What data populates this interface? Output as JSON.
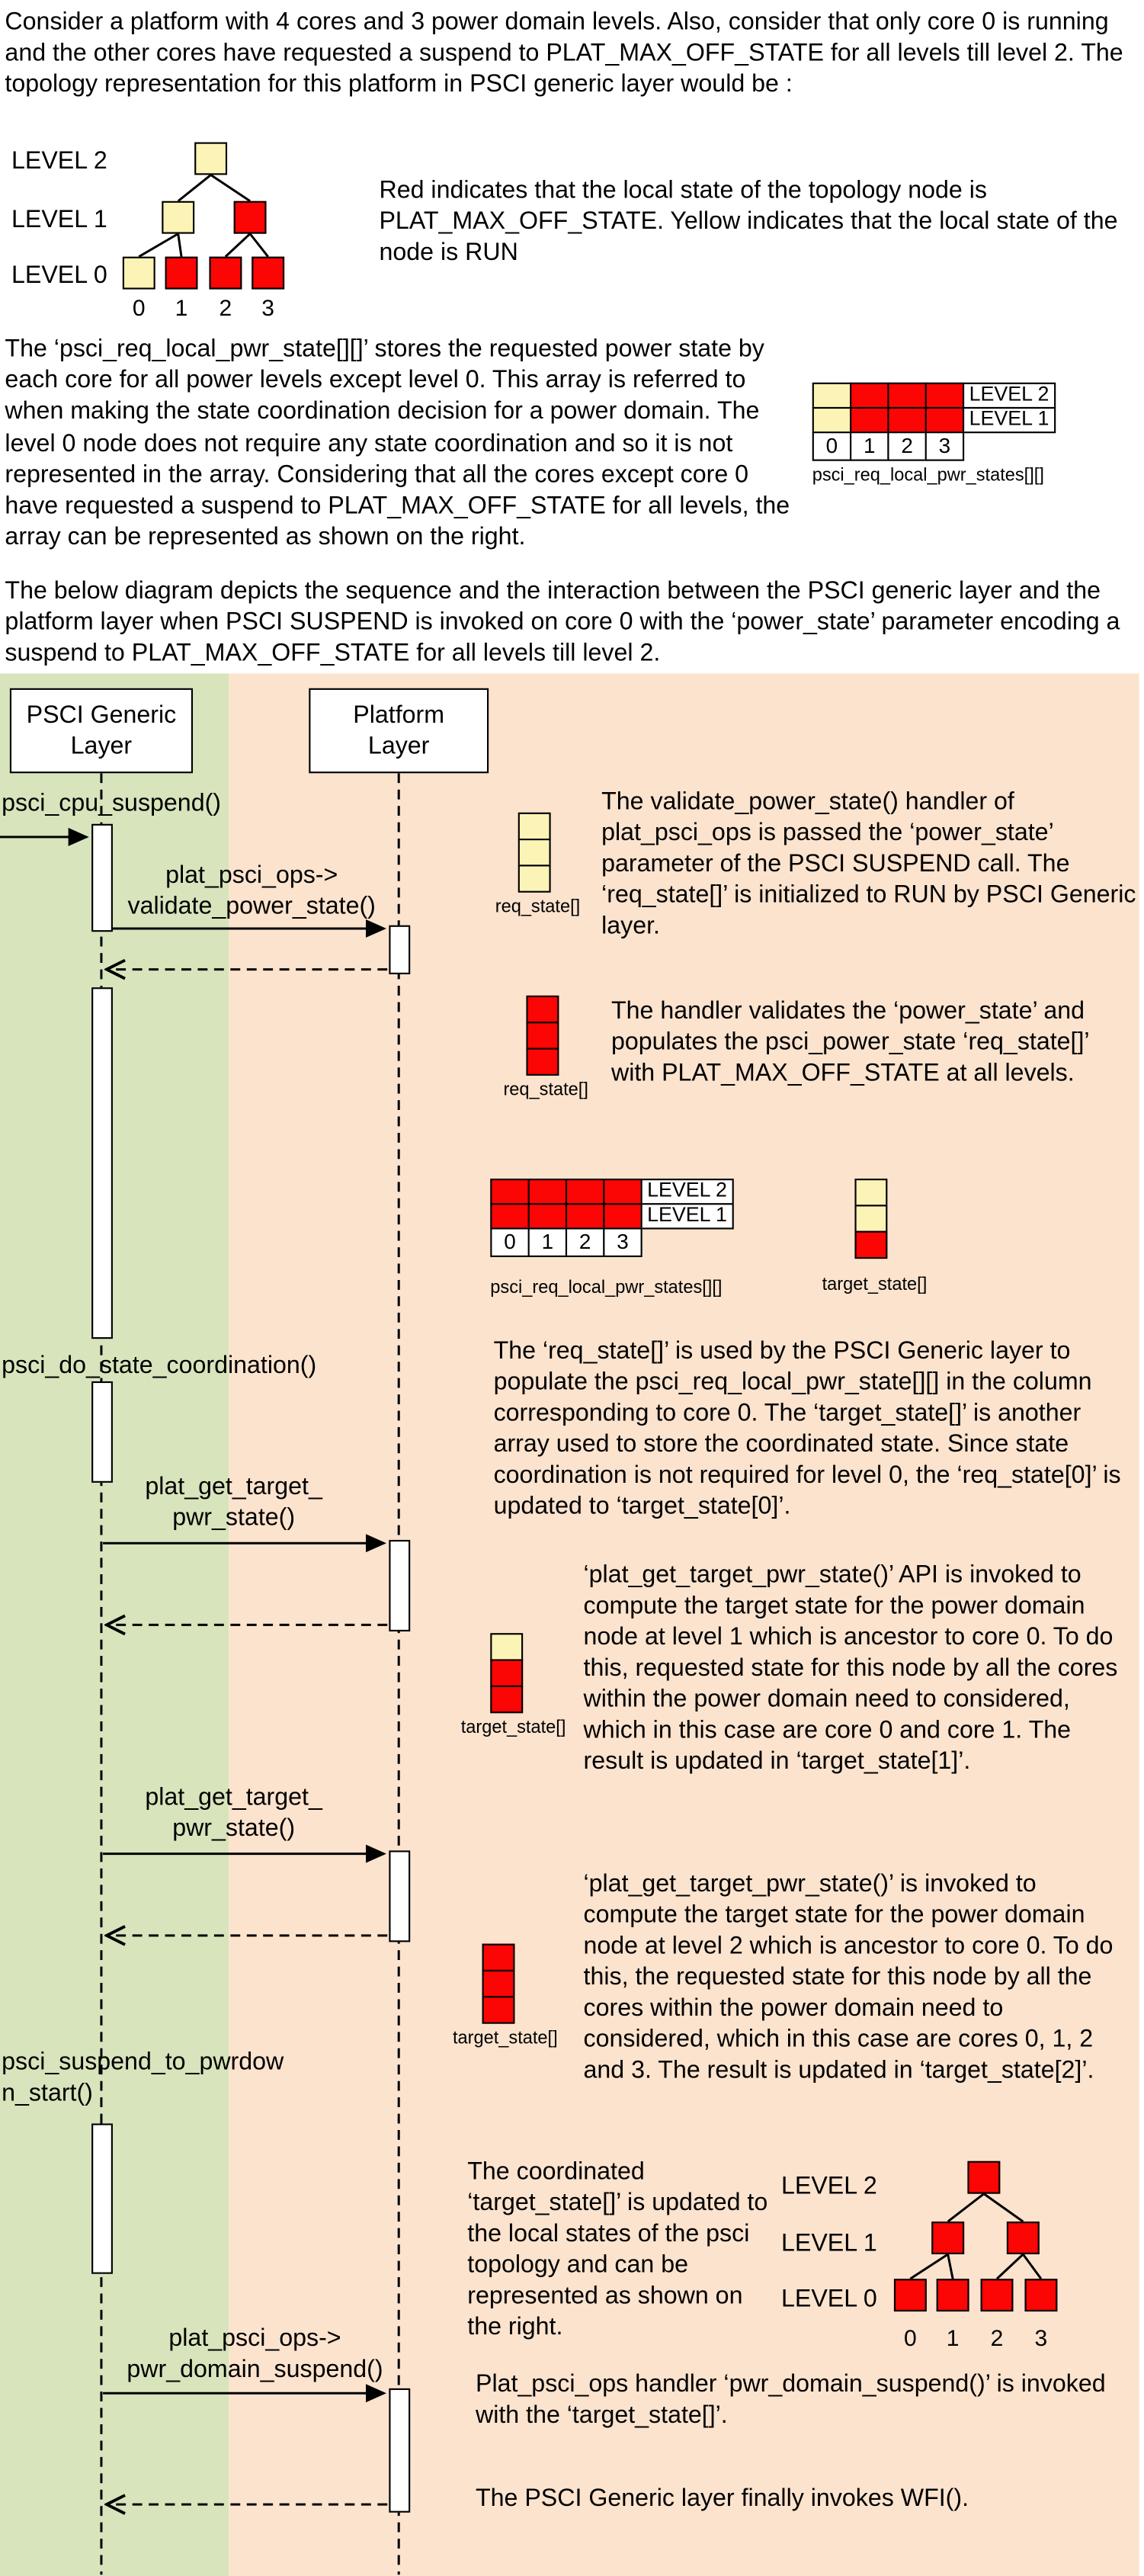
{
  "colors": {
    "yellow": "#FBF4B6",
    "red": "#FB0505",
    "band_green": "#D8E4BC",
    "band_peach": "#FBE3CE"
  },
  "intro": {
    "p1": "Consider a platform with 4 cores and 3 power domain levels. Also, consider that only core 0 is running and the other cores have requested a suspend to PLAT_MAX_OFF_STATE for all levels till level 2. The topology representation for this platform in PSCI generic layer would be :",
    "legend": "Red indicates that the local state of the topology node is PLAT_MAX_OFF_STATE. Yellow indicates that the local state of the node is RUN",
    "p2": "The ‘psci_req_local_pwr_state[][]’ stores the requested power state by each core for all power levels except level 0. This array is referred to when making the state coordination decision for a power domain. The level 0 node does not require any state coordination and so it is not represented in the array. Considering that all the cores except core 0 have requested a suspend to PLAT_MAX_OFF_STATE for all levels, the array can be represented as shown on the right.",
    "p3": "The below diagram depicts the sequence and the interaction between the PSCI generic layer and the platform layer when PSCI SUSPEND is invoked on core 0 with the ‘power_state’ parameter encoding a suspend to PLAT_MAX_OFF_STATE for all levels till level 2."
  },
  "topology_top": {
    "level_labels": [
      "LEVEL 2",
      "LEVEL 1",
      "LEVEL 0"
    ],
    "l2": [
      "yellow"
    ],
    "l1": [
      "yellow",
      "red"
    ],
    "l0": [
      "yellow",
      "red",
      "red",
      "red"
    ],
    "cores": [
      "0",
      "1",
      "2",
      "3"
    ]
  },
  "req_grid_top": {
    "row_labels": [
      "LEVEL 2",
      "LEVEL 1"
    ],
    "rows": [
      [
        "yellow",
        "red",
        "red",
        "red"
      ],
      [
        "yellow",
        "red",
        "red",
        "red"
      ]
    ],
    "cores": [
      "0",
      "1",
      "2",
      "3"
    ],
    "caption": "psci_req_local_pwr_states[][]"
  },
  "sequence": {
    "psci_header": "PSCI Generic\nLayer",
    "platform_header": "Platform\nLayer",
    "messages": {
      "cpu_suspend": "psci_cpu_suspend()",
      "validate_power_state": "plat_psci_ops->\nvalidate_power_state()",
      "do_state_coordination": "psci_do_state_coordination()",
      "get_target_pwr_state_1": "plat_get_target_\npwr_state()",
      "get_target_pwr_state_2": "plat_get_target_\npwr_state()",
      "suspend_to_pwrdown_start": "psci_suspend_to_pwrdow\nn_start()",
      "pwr_domain_suspend": "plat_psci_ops->\npwr_domain_suspend()"
    },
    "annotations": {
      "a1": "The validate_power_state() handler of plat_psci_ops is passed the ‘power_state’ parameter of the PSCI SUSPEND call. The ‘req_state[]’ is initialized to RUN by PSCI Generic layer.",
      "a2": "The handler validates the ‘power_state’ and populates the psci_power_state ‘req_state[]’ with PLAT_MAX_OFF_STATE at all levels.",
      "a3": "The ‘req_state[]’ is used by the PSCI Generic layer to populate the psci_req_local_pwr_state[][] in the column corresponding to core 0. The ‘target_state[]’ is another array used to store the coordinated state. Since state coordination is not required for level 0, the ‘req_state[0]’ is updated to ‘target_state[0]’.",
      "a4": "‘plat_get_target_pwr_state()’ API is invoked to compute the target state for the power domain node at level 1 which is ancestor to core 0. To do this, requested state for this node by all the cores within the power domain need to considered, which in this case are core 0 and core 1. The result is updated in ‘target_state[1]’.",
      "a5": "‘plat_get_target_pwr_state()’ is invoked to compute the target state for the power domain node at level 2 which is ancestor to core 0. To do this, the requested state for this node by all the cores within the power domain need to considered, which in this case are cores 0, 1, 2 and 3. The result is updated in ‘target_state[2]’.",
      "a6": "The coordinated ‘target_state[]’ is updated to the local states of the psci topology and can be represented as shown on the right.",
      "a7": "Plat_psci_ops handler ‘pwr_domain_suspend()’ is invoked with the ‘target_state[]’.",
      "a8": "The PSCI Generic layer finally invokes WFI()."
    }
  },
  "figures": {
    "req_state_run": {
      "cells": [
        "yellow",
        "yellow",
        "yellow"
      ],
      "caption": "req_state[]"
    },
    "req_state_off": {
      "cells": [
        "red",
        "red",
        "red"
      ],
      "caption": "req_state[]"
    },
    "req_grid_mid": {
      "row_labels": [
        "LEVEL 2",
        "LEVEL 1"
      ],
      "rows": [
        [
          "red",
          "red",
          "red",
          "red"
        ],
        [
          "red",
          "red",
          "red",
          "red"
        ]
      ],
      "cores": [
        "0",
        "1",
        "2",
        "3"
      ],
      "caption": "psci_req_local_pwr_states[][]"
    },
    "target_after_l0": {
      "cells": [
        "yellow",
        "yellow",
        "red"
      ],
      "caption": "target_state[]"
    },
    "target_after_l1": {
      "cells": [
        "yellow",
        "red",
        "red"
      ],
      "caption": "target_state[]"
    },
    "target_after_l2": {
      "cells": [
        "red",
        "red",
        "red"
      ],
      "caption": "target_state[]"
    }
  },
  "topology_bottom": {
    "level_labels": [
      "LEVEL 2",
      "LEVEL 1",
      "LEVEL 0"
    ],
    "l2": [
      "red"
    ],
    "l1": [
      "red",
      "red"
    ],
    "l0": [
      "red",
      "red",
      "red",
      "red"
    ],
    "cores": [
      "0",
      "1",
      "2",
      "3"
    ]
  }
}
